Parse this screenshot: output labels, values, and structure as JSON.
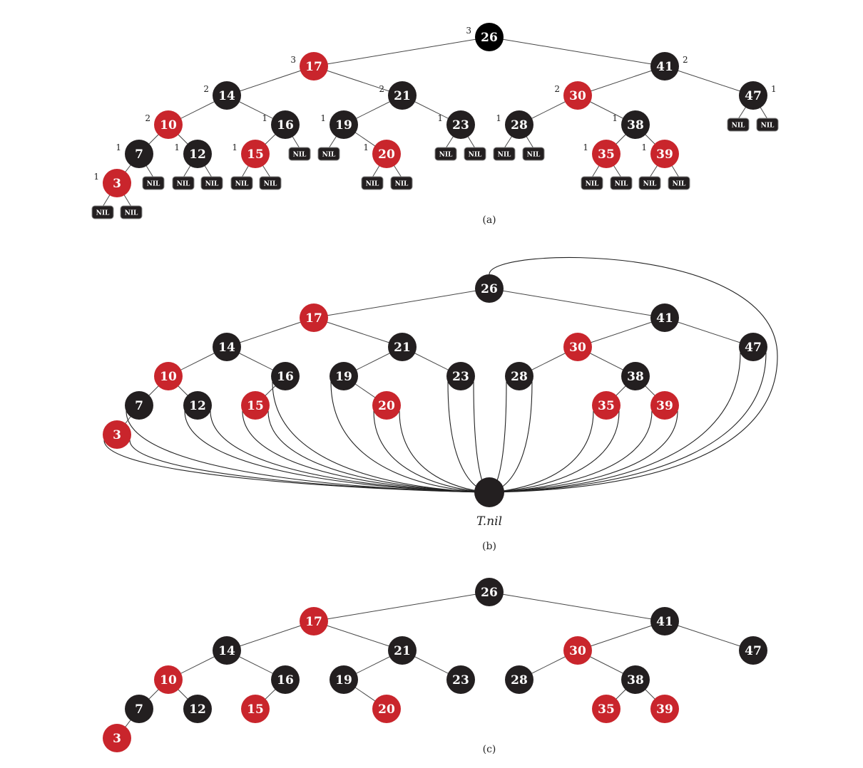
{
  "colors": {
    "red": "#c9252c",
    "black": "#231f20",
    "root_black": "#000000",
    "edge": "#444444",
    "white": "#ffffff"
  },
  "nil_label": "NIL",
  "tnil_label": "T.nil",
  "panels": [
    {
      "id": "a",
      "caption": "(a)"
    },
    {
      "id": "b",
      "caption": "(b)"
    },
    {
      "id": "c",
      "caption": "(c)"
    }
  ],
  "nodes": [
    {
      "key": "26",
      "color": "black",
      "bh": "3",
      "parent": null
    },
    {
      "key": "17",
      "color": "red",
      "bh": "3",
      "parent": "26"
    },
    {
      "key": "41",
      "color": "black",
      "bh": "2",
      "parent": "26"
    },
    {
      "key": "14",
      "color": "black",
      "bh": "2",
      "parent": "17"
    },
    {
      "key": "21",
      "color": "black",
      "bh": "2",
      "parent": "17"
    },
    {
      "key": "30",
      "color": "red",
      "bh": "2",
      "parent": "41"
    },
    {
      "key": "47",
      "color": "black",
      "bh": "1",
      "parent": "41"
    },
    {
      "key": "10",
      "color": "red",
      "bh": "2",
      "parent": "14"
    },
    {
      "key": "16",
      "color": "black",
      "bh": "1",
      "parent": "14"
    },
    {
      "key": "19",
      "color": "black",
      "bh": "1",
      "parent": "21"
    },
    {
      "key": "23",
      "color": "black",
      "bh": "1",
      "parent": "21"
    },
    {
      "key": "28",
      "color": "black",
      "bh": "1",
      "parent": "30"
    },
    {
      "key": "38",
      "color": "black",
      "bh": "1",
      "parent": "30"
    },
    {
      "key": "7",
      "color": "black",
      "bh": "1",
      "parent": "10"
    },
    {
      "key": "12",
      "color": "black",
      "bh": "1",
      "parent": "10"
    },
    {
      "key": "15",
      "color": "red",
      "bh": "1",
      "parent": "16"
    },
    {
      "key": "20",
      "color": "red",
      "bh": "1",
      "parent": "19"
    },
    {
      "key": "35",
      "color": "red",
      "bh": "1",
      "parent": "38"
    },
    {
      "key": "39",
      "color": "red",
      "bh": "1",
      "parent": "38"
    },
    {
      "key": "3",
      "color": "red",
      "bh": "1",
      "parent": "7"
    }
  ]
}
